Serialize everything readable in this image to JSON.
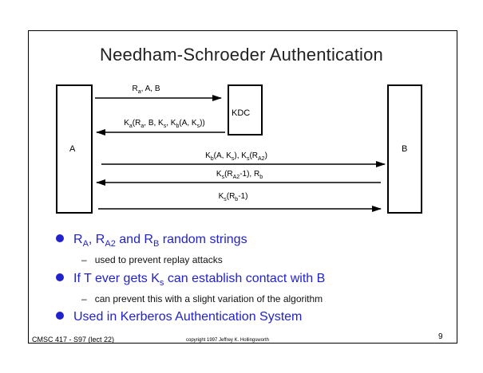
{
  "title": "Needham-Schroeder Authentication",
  "entities": {
    "a_label": "A",
    "kdc_label": "KDC",
    "b_label": "B"
  },
  "messages": [
    {
      "segments": [
        [
          "R",
          "a"
        ],
        [
          ", A, B",
          ""
        ]
      ]
    },
    {
      "segments": [
        [
          "K",
          "a"
        ],
        [
          "(R",
          "a"
        ],
        [
          ", B, K",
          "s"
        ],
        [
          ", K",
          "b"
        ],
        [
          "(A, K",
          "s"
        ],
        [
          "))",
          ""
        ]
      ]
    },
    {
      "segments": [
        [
          "K",
          "b"
        ],
        [
          "(A, K",
          "s"
        ],
        [
          "), K",
          "s"
        ],
        [
          "(R",
          "A2"
        ],
        [
          ")",
          ""
        ]
      ]
    },
    {
      "segments": [
        [
          "K",
          "s"
        ],
        [
          "(R",
          "A2"
        ],
        [
          "-1), R",
          "b"
        ]
      ]
    },
    {
      "segments": [
        [
          "K",
          "s"
        ],
        [
          "(R",
          "b"
        ],
        [
          "-1)",
          ""
        ]
      ]
    }
  ],
  "bullets": [
    {
      "segments": [
        [
          "R",
          "A"
        ],
        [
          ", R",
          "A2"
        ],
        [
          " and R",
          "B"
        ],
        [
          " random strings",
          ""
        ]
      ],
      "sub": "used to prevent replay attacks"
    },
    {
      "segments": [
        [
          "If T ever gets K",
          "s"
        ],
        [
          " can establish contact with B",
          ""
        ]
      ],
      "sub": "can prevent this with a slight variation of the algorithm"
    },
    {
      "segments": [
        [
          "Used in Kerberos Authentication System",
          ""
        ]
      ]
    }
  ],
  "footer": {
    "left": "CMSC 417 - S97 (lect 22)",
    "center": "copyright 1997 Jeffrey K. Hollingsworth",
    "page": "9"
  }
}
